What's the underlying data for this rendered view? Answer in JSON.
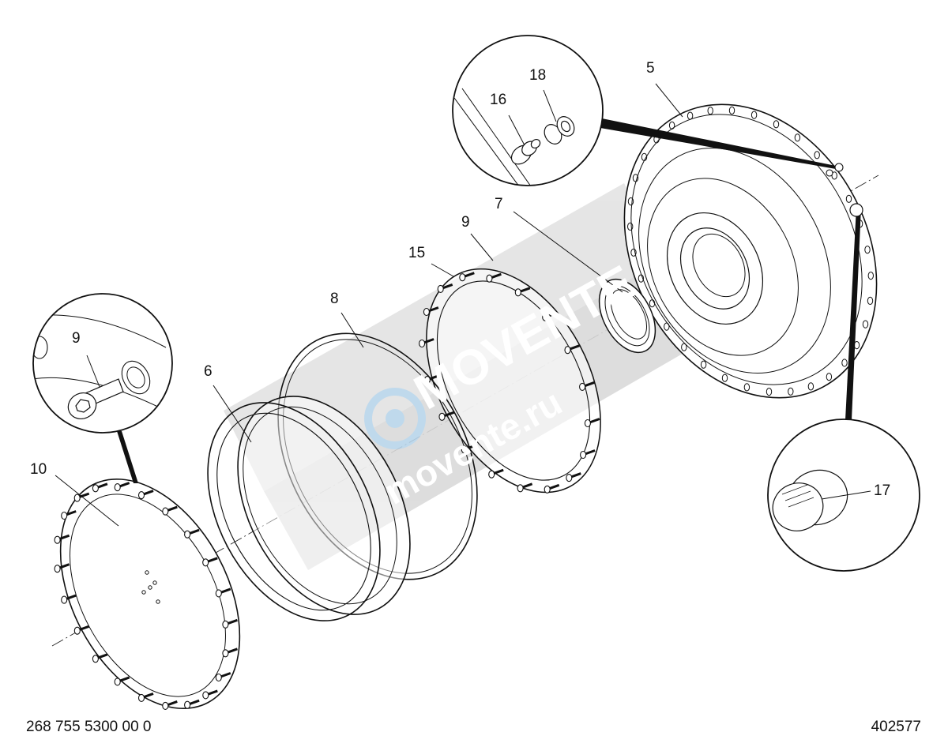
{
  "callouts": {
    "c5": "5",
    "c6": "6",
    "c7": "7",
    "c8": "8",
    "c9_flange": "9",
    "c9_detail": "9",
    "c10": "10",
    "c15": "15",
    "c16": "16",
    "c17": "17",
    "c18": "18"
  },
  "footer": {
    "drawing_number": "268 755 5300 00 0",
    "figure_id": "402577"
  },
  "watermark": {
    "brand": "MOVENTE",
    "site": "movente.ru"
  }
}
